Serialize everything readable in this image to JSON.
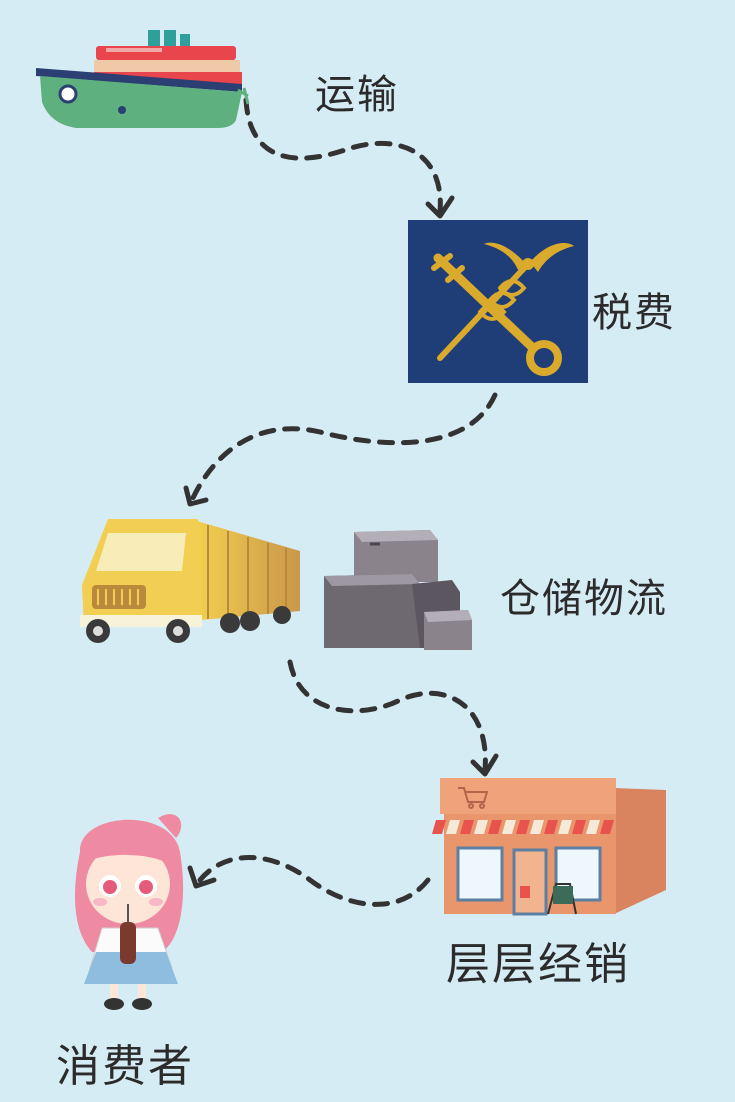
{
  "colors": {
    "background": "#d6ecf5",
    "arrow": "#333333",
    "customs_bg": "#1f3e78",
    "key_gold": "#d9aa2c",
    "truck_yellow": "#f2cf52",
    "box_gray": "#6e6870",
    "store_orange": "#e9966d",
    "awning_red": "#e8544d",
    "girl_pink": "#ef8aa3"
  },
  "steps": {
    "transport": {
      "label": "运输",
      "icon": "ship-icon"
    },
    "tax": {
      "label": "税费",
      "icon": "customs-emblem-icon"
    },
    "logistics": {
      "label": "仓储物流",
      "icon": "truck-and-boxes-icon"
    },
    "dealer": {
      "label": "层层经销",
      "icon": "store-icon"
    },
    "consumer": {
      "label": "消费者",
      "icon": "consumer-girl-icon"
    }
  }
}
